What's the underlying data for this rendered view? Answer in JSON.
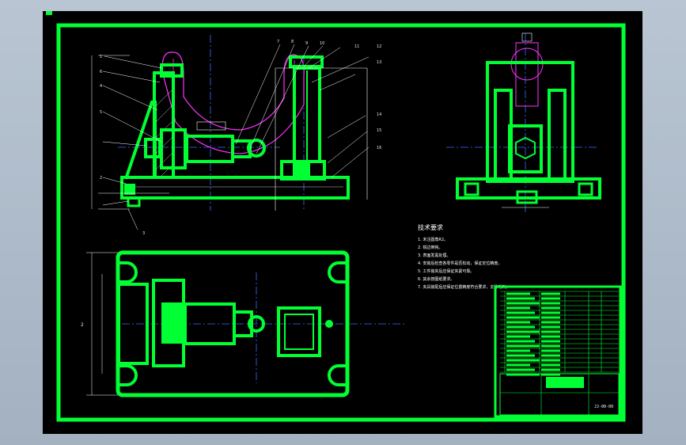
{
  "colors": {
    "paper": "#000000",
    "outline": "#00ff33",
    "thin": "#ffffff",
    "center": "#3a6dff",
    "phantom": "#ff33ff",
    "frame_bg_top": "#b9c5d2",
    "frame_bg_bottom": "#a3b1c1"
  },
  "balloons": [
    "1",
    "2",
    "3",
    "4",
    "5",
    "6",
    "7",
    "8",
    "9",
    "10",
    "11",
    "12",
    "13",
    "14",
    "15",
    "16"
  ],
  "tech_req": {
    "title": "技术要求",
    "lines": [
      "1. 未注圆角R2。",
      "2. 锐边倒钝。",
      "3. 表面发黑处理。",
      "4. 安装后检查各零件是否松动，保证定位精度。",
      "5. 工件装夹后应保证夹紧可靠。",
      "6. 其余按图纸要求。",
      "7. 夹具装配后应保证位置精度符合要求，去除毛刺。"
    ]
  },
  "title_block": {
    "drawing_no": "JJ-00-00"
  }
}
